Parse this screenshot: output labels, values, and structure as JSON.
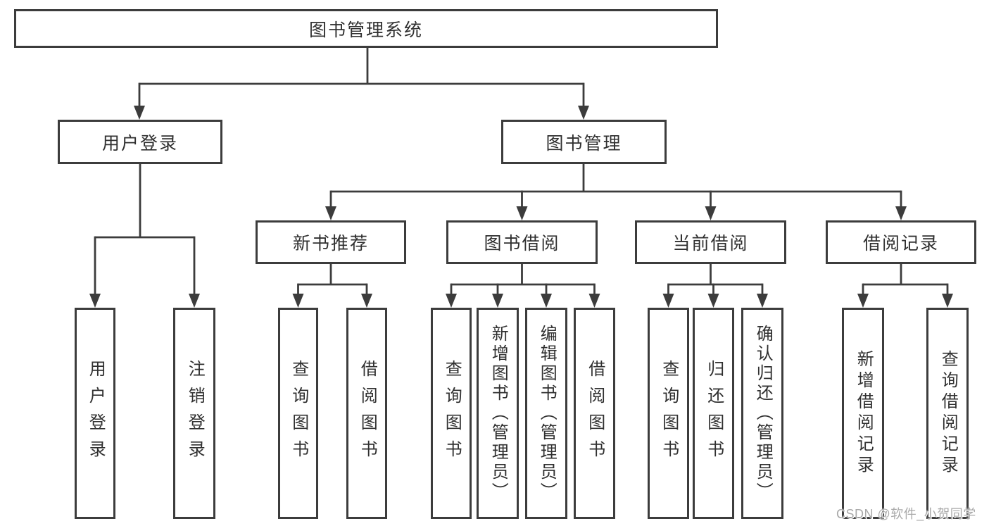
{
  "diagram": {
    "title": "图书管理系统",
    "nodes": {
      "root": "图书管理系统",
      "level2": [
        "用户登录",
        "图书管理"
      ],
      "level3": [
        "新书推荐",
        "图书借阅",
        "当前借阅",
        "借阅记录"
      ],
      "leaves": [
        "用户登录",
        "注销登录",
        "查询图书",
        "借阅图书",
        "查询图书",
        "新增图书（管理员）",
        "编辑图书（管理员）",
        "借阅图书",
        "查询图书",
        "归还图书",
        "确认归还（管理员）",
        "新增借阅记录",
        "查询借阅记录"
      ]
    }
  },
  "watermark": {
    "text": "CSDN @软件_小贺同学"
  },
  "colors": {
    "line": "#3c3c3c",
    "box_border": "#3c3c3c",
    "text": "#303030",
    "background": "#ffffff",
    "watermark": "#a9a9a9"
  }
}
